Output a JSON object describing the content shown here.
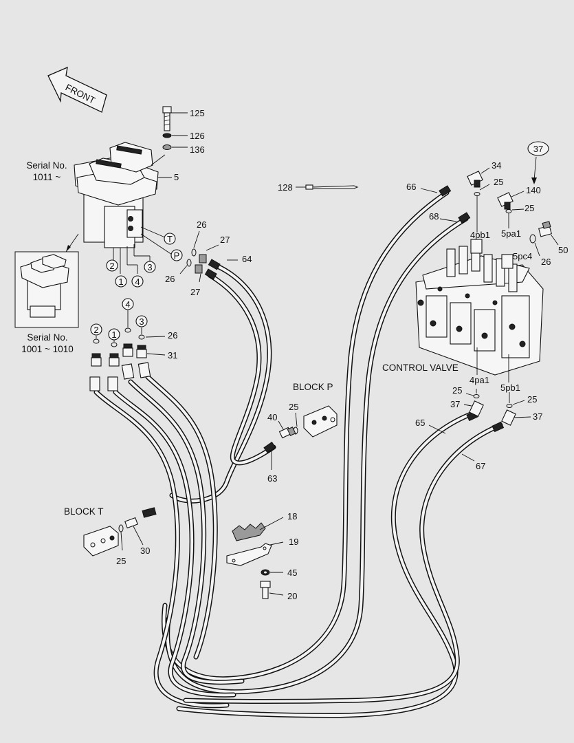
{
  "front_arrow": "FRONT",
  "serial_a": {
    "line1": "Serial No.",
    "line2": "1011 ~"
  },
  "serial_b": {
    "line1": "Serial No.",
    "line2": "1001 ~ 1010"
  },
  "control_valve": "CONTROL VALVE",
  "block_p": "BLOCK  P",
  "block_t": "BLOCK  T",
  "port_labels": {
    "p4pb1": "4pb1",
    "p5pa1": "5pa1",
    "p5pc4": "5pc4",
    "p4pa1": "4pa1",
    "p5pb1": "5pb1"
  },
  "circled": {
    "t": "T",
    "p": "P",
    "c1": "1",
    "c2": "2",
    "c3": "3",
    "c4": "4",
    "d1": "1",
    "d2": "2",
    "d3": "3",
    "d4": "4",
    "ref37": "37"
  },
  "parts": {
    "p125": "125",
    "p126": "126",
    "p136": "136",
    "p5": "5",
    "p128": "128",
    "p34": "34",
    "p25a": "25",
    "p140": "140",
    "p25b": "25",
    "p66": "66",
    "p68": "68",
    "p50": "50",
    "p26a": "26",
    "p26b": "26",
    "p26c": "26",
    "p26d": "26",
    "p27a": "27",
    "p27b": "27",
    "p64": "64",
    "p31": "31",
    "p25c": "25",
    "p37a": "37",
    "p25d": "25",
    "p37b": "37",
    "p65": "65",
    "p67": "67",
    "p40": "40",
    "p25e": "25",
    "p63": "63",
    "p30": "30",
    "p25f": "25",
    "p18": "18",
    "p19": "19",
    "p45": "45",
    "p20": "20"
  }
}
